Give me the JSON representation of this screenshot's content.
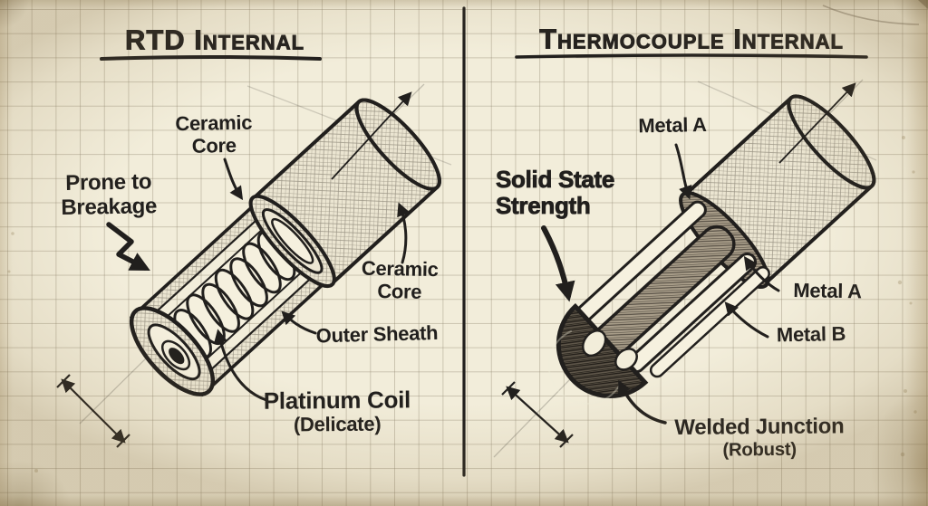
{
  "document": {
    "type": "hand-drawn comparison sketch",
    "medium": "ink on aged graph paper"
  },
  "panels": {
    "left": {
      "title": "RTD Internal",
      "labels": {
        "ceramic_core_top": {
          "line1": "Ceramic",
          "line2": "Core"
        },
        "prone_to_breakage": {
          "line1": "Prone to",
          "line2": "Breakage"
        },
        "ceramic_core_right": {
          "line1": "Ceramic",
          "line2": "Core"
        },
        "outer_sheath": {
          "text": "Outer Sheath"
        },
        "platinum_coil": {
          "text": "Platinum Coil",
          "sub": "(Delicate)"
        }
      }
    },
    "right": {
      "title": "Thermocouple Internal",
      "labels": {
        "metal_a_top": {
          "text": "Metal A"
        },
        "solid_state_strength": {
          "line1": "Solid State",
          "line2": "Strength"
        },
        "metal_a_side": {
          "text": "Metal A"
        },
        "metal_b": {
          "text": "Metal B"
        },
        "welded_junction": {
          "text": "Welded Junction",
          "sub": "(Robust)"
        }
      }
    }
  },
  "colors": {
    "ink": "#211f1d",
    "paper": "#f2edda",
    "grid_line": "#8c826c",
    "aged_edge": "#d8cca9"
  }
}
